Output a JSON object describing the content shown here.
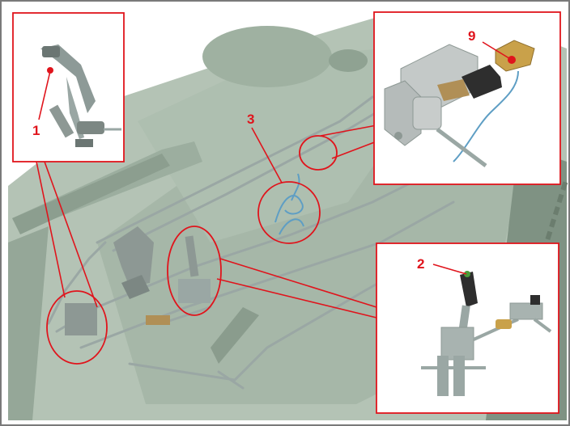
{
  "callouts": {
    "c1": "1",
    "c2": "2",
    "c3": "3",
    "c9": "9"
  },
  "colors": {
    "frame": "#e0141c",
    "background": "#ffffff",
    "hull": "#a9b9ab",
    "hull_dark": "#8a9c8d",
    "linkage": "#9aa7a4",
    "cable": "#5e9ec4",
    "grip": "#3a3a3a",
    "brass": "#c9a14a"
  },
  "icons": [
    "pedal-detail-icon",
    "lever-detail-icon",
    "actuator-detail-icon"
  ]
}
